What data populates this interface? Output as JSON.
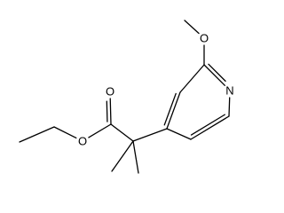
{
  "molecule": {
    "atoms": [
      {
        "id": "me_ether",
        "element": "C",
        "label": ""
      },
      {
        "id": "o_ether",
        "element": "O",
        "label": "O"
      },
      {
        "id": "py_c2",
        "element": "C",
        "label": ""
      },
      {
        "id": "py_n",
        "element": "N",
        "label": "N"
      },
      {
        "id": "py_c6",
        "element": "C",
        "label": ""
      },
      {
        "id": "py_c5",
        "element": "C",
        "label": ""
      },
      {
        "id": "py_c4",
        "element": "C",
        "label": ""
      },
      {
        "id": "py_c3",
        "element": "C",
        "label": ""
      },
      {
        "id": "c_quat",
        "element": "C",
        "label": ""
      },
      {
        "id": "me_a",
        "element": "C",
        "label": ""
      },
      {
        "id": "me_b",
        "element": "C",
        "label": ""
      },
      {
        "id": "c_carbonyl",
        "element": "C",
        "label": ""
      },
      {
        "id": "o_carbonyl",
        "element": "O",
        "label": "O"
      },
      {
        "id": "o_ester",
        "element": "O",
        "label": "O"
      },
      {
        "id": "ch2_ethyl",
        "element": "C",
        "label": ""
      },
      {
        "id": "ch3_ethyl",
        "element": "C",
        "label": ""
      }
    ],
    "bonds": [
      {
        "from": "me_ether",
        "to": "o_ether",
        "order": 1
      },
      {
        "from": "o_ether",
        "to": "py_c2",
        "order": 1
      },
      {
        "from": "py_c2",
        "to": "py_n",
        "order": 2
      },
      {
        "from": "py_n",
        "to": "py_c6",
        "order": 1
      },
      {
        "from": "py_c6",
        "to": "py_c5",
        "order": 2
      },
      {
        "from": "py_c5",
        "to": "py_c4",
        "order": 1
      },
      {
        "from": "py_c4",
        "to": "py_c3",
        "order": 2
      },
      {
        "from": "py_c3",
        "to": "py_c2",
        "order": 1
      },
      {
        "from": "py_c4",
        "to": "c_quat",
        "order": 1
      },
      {
        "from": "c_quat",
        "to": "me_a",
        "order": 1
      },
      {
        "from": "c_quat",
        "to": "me_b",
        "order": 1
      },
      {
        "from": "c_quat",
        "to": "c_carbonyl",
        "order": 1
      },
      {
        "from": "c_carbonyl",
        "to": "o_carbonyl",
        "order": 2
      },
      {
        "from": "c_carbonyl",
        "to": "o_ester",
        "order": 1
      },
      {
        "from": "o_ester",
        "to": "ch2_ethyl",
        "order": 1
      },
      {
        "from": "ch2_ethyl",
        "to": "ch3_ethyl",
        "order": 1
      }
    ]
  }
}
